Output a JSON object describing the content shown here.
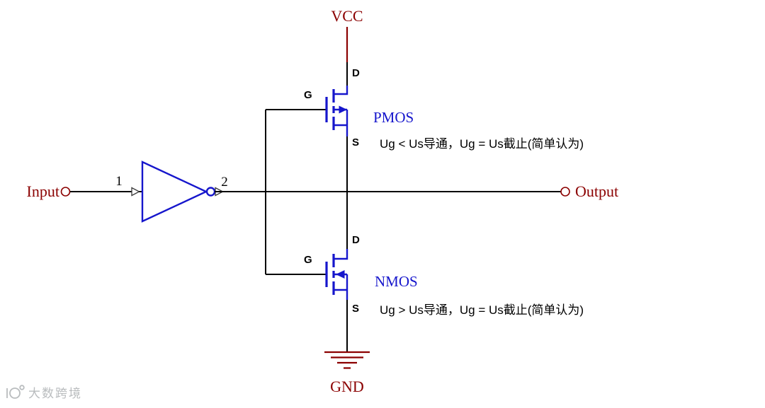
{
  "circuit": {
    "power": {
      "vcc_label": "VCC",
      "gnd_label": "GND"
    },
    "io": {
      "input_label": "Input",
      "output_label": "Output"
    },
    "nets": {
      "net1_label": "1",
      "net2_label": "2"
    },
    "pmos": {
      "name": "PMOS",
      "gate": "G",
      "drain": "D",
      "source": "S",
      "note": "Ug < Us导通，Ug = Us截止(简单认为)"
    },
    "nmos": {
      "name": "NMOS",
      "gate": "G",
      "drain": "D",
      "source": "S",
      "note": "Ug > Us导通，Ug = Us截止(简单认为)"
    },
    "colors": {
      "wire": "#000000",
      "device_blue": "#1616cc",
      "terminal_red": "#8b0000",
      "watermark_gray": "#b9bcbe"
    }
  },
  "watermark": {
    "brand": "大数跨境"
  }
}
